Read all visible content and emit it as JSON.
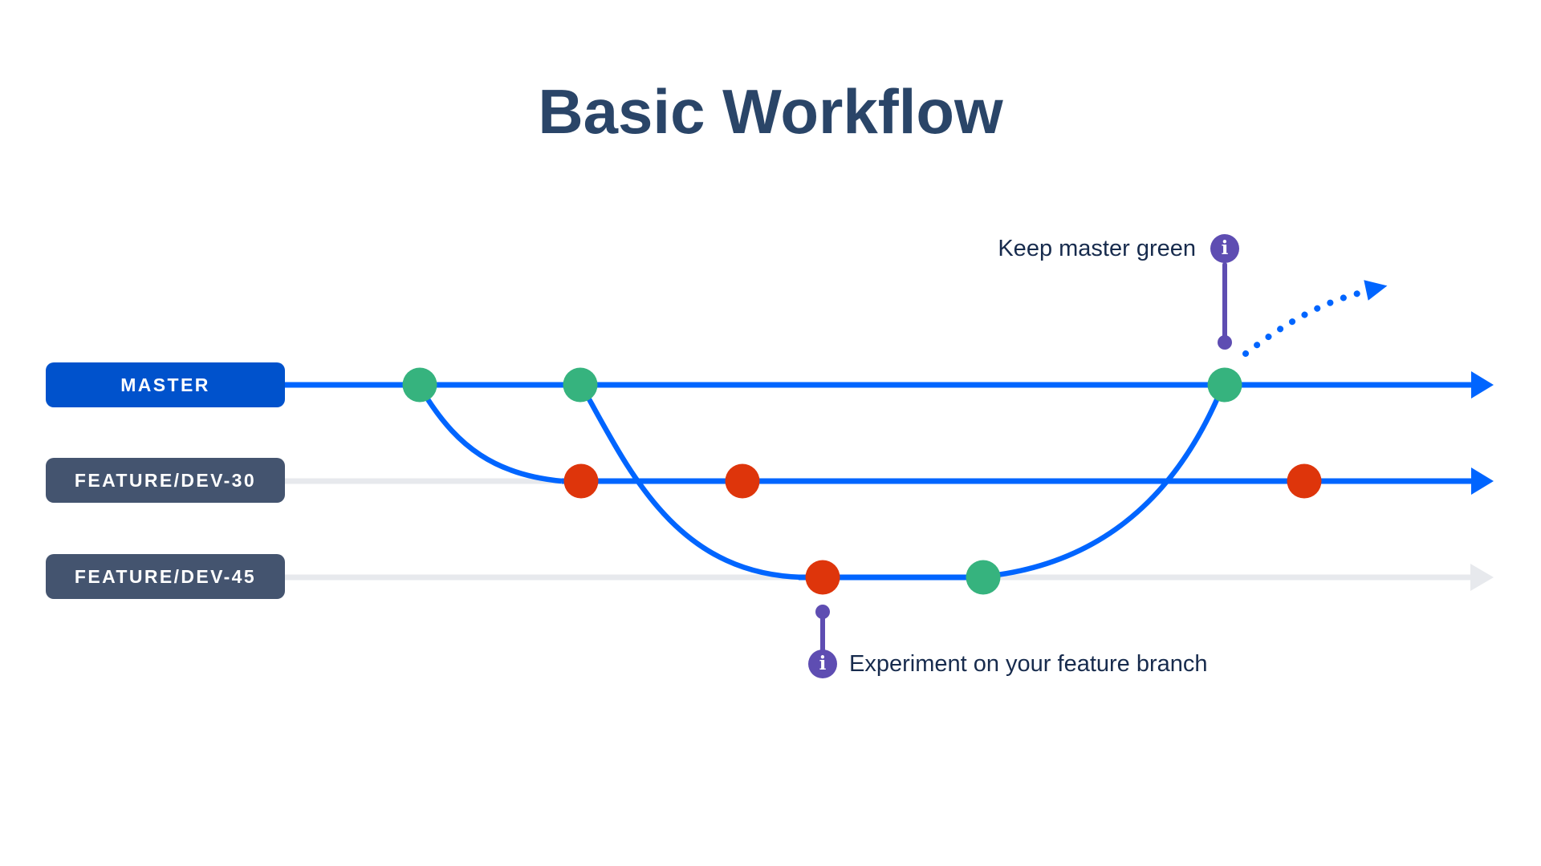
{
  "diagram": {
    "title": "Basic Workflow",
    "branches": [
      {
        "id": "master",
        "label": "MASTER"
      },
      {
        "id": "feature-dev-30",
        "label": "FEATURE/DEV-30"
      },
      {
        "id": "feature-dev-45",
        "label": "FEATURE/DEV-45"
      }
    ],
    "commits": {
      "master": [
        "passed",
        "passed",
        "passed"
      ],
      "feature-dev-30": [
        "failed",
        "failed",
        "failed"
      ],
      "feature-dev-45": [
        "failed",
        "passed"
      ]
    },
    "annotations": [
      {
        "text": "Keep master green",
        "icon": "info-icon",
        "icon_glyph": "i"
      },
      {
        "text": "Experiment on your feature branch",
        "icon": "info-icon",
        "icon_glyph": "i"
      }
    ],
    "colors": {
      "title_text": "#2A4568",
      "annotation_text": "#172B4D",
      "master_label_bg": "#0052CC",
      "feature_label_bg": "#44546F",
      "active_line": "#0065FF",
      "inactive_line": "#E7E9ED",
      "commit_passed": "#36B37E",
      "commit_failed": "#DE350B",
      "info_purple": "#5E4DB2"
    }
  }
}
